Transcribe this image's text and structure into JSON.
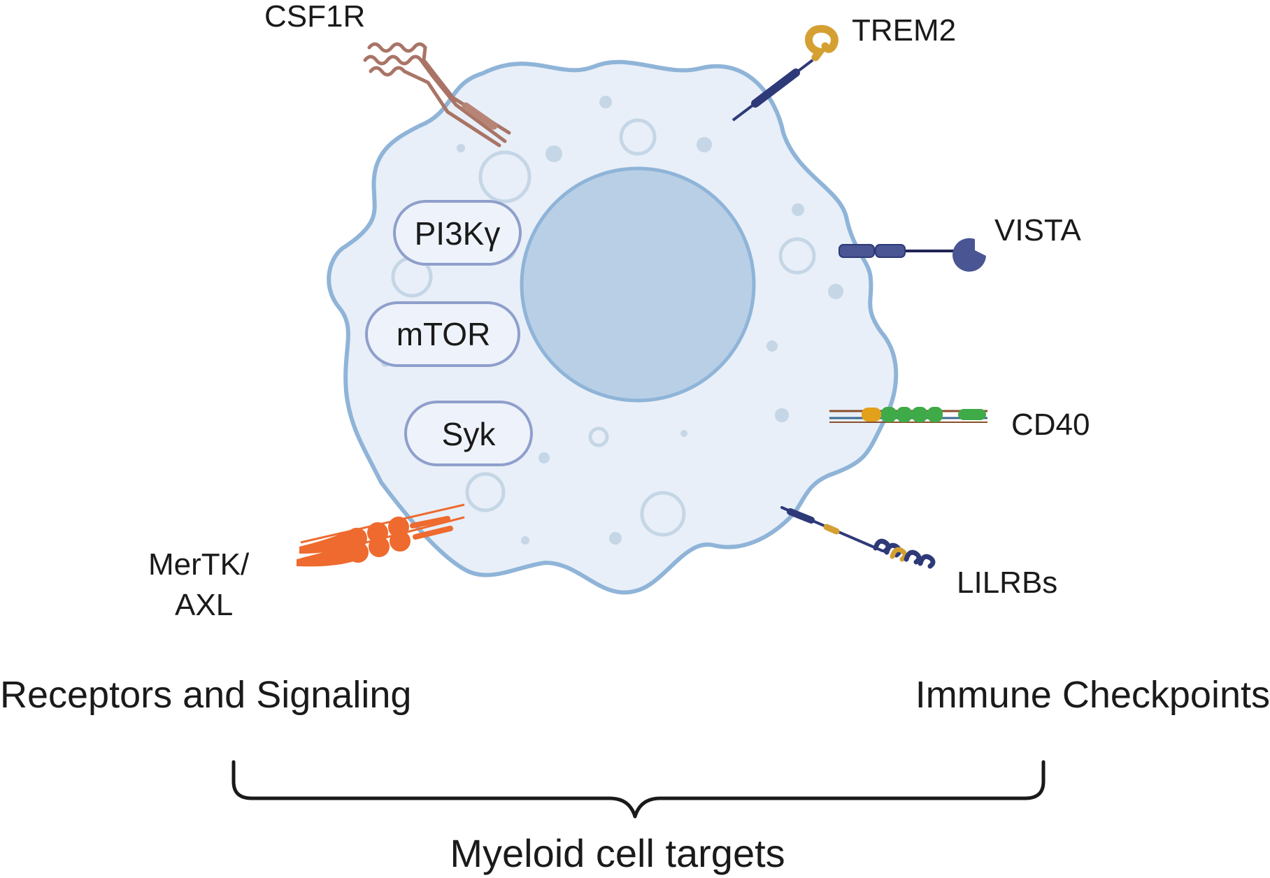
{
  "diagram": {
    "signaling_molecules": [
      "PI3Kγ",
      "mTOR",
      "Syk"
    ],
    "receptors": {
      "csf1r": "CSF1R",
      "trem2": "TREM2",
      "vista": "VISTA",
      "cd40": "CD40",
      "lilrbs": "LILRBs",
      "mertk_line1": "MerTK/",
      "mertk_line2": "AXL"
    },
    "groups": {
      "left": "Receptors and Signaling",
      "right": "Immune Checkpoints"
    },
    "main_label": "Myeloid cell targets"
  },
  "colors": {
    "cytoplasm": "#e8eff8",
    "membrane": "#8fb4d8",
    "nucleus": "#b8cfe6",
    "vesicle": "#c5d6e6",
    "pill_stroke": "#8f9fcc",
    "csf1r": "#a97466",
    "trem2_head": "#d4a032",
    "navy": "#2e3a78",
    "vista": "#4a5593",
    "cd40_green": "#3faa48",
    "mertk": "#ee6a2e"
  }
}
